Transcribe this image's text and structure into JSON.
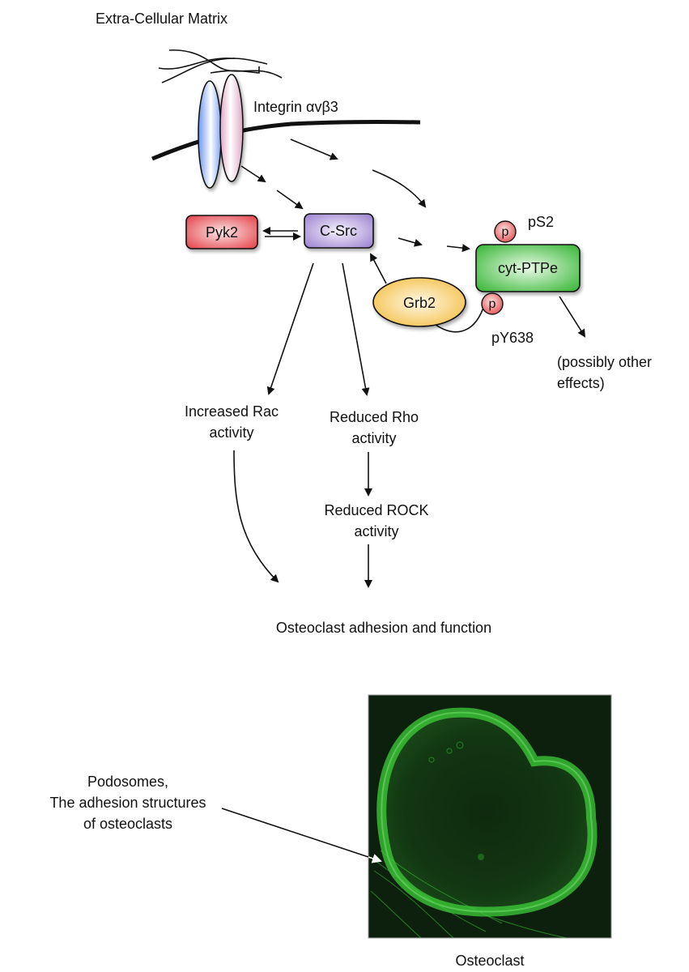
{
  "diagram": {
    "ecm_label": "Extra-Cellular Matrix",
    "integrin_label": "Integrin αvβ3",
    "nodes": {
      "pyk2": "Pyk2",
      "csrc": "C-Src",
      "cytptpe": "cyt-PTPe",
      "grb2": "Grb2",
      "p_top": "p",
      "p_bottom": "p"
    },
    "site_labels": {
      "ps2": "pS2",
      "py638": "pY638"
    },
    "effects": {
      "other_line1": "(possibly other",
      "other_line2": "effects)",
      "rac_line1": "Increased Rac",
      "rac_line2": "activity",
      "rho_line1": "Reduced Rho",
      "rho_line2": "activity",
      "rock_line1": "Reduced ROCK",
      "rock_line2": "activity",
      "outcome": "Osteoclast adhesion and function"
    },
    "micrograph": {
      "pointer_line1": "Podosomes,",
      "pointer_line2": "The adhesion structures",
      "pointer_line3": "of osteoclasts",
      "caption": "Osteoclast"
    },
    "colors": {
      "pyk2": "#e8565c",
      "csrc": "#a890d6",
      "cytptpe": "#4cc04a",
      "grb2": "#f5c85a",
      "phospho": "#e86a6a",
      "integrin_alpha": "#7fa6f2",
      "integrin_beta": "#e4b2cc",
      "fluorescence": "#3fcf3a"
    }
  }
}
